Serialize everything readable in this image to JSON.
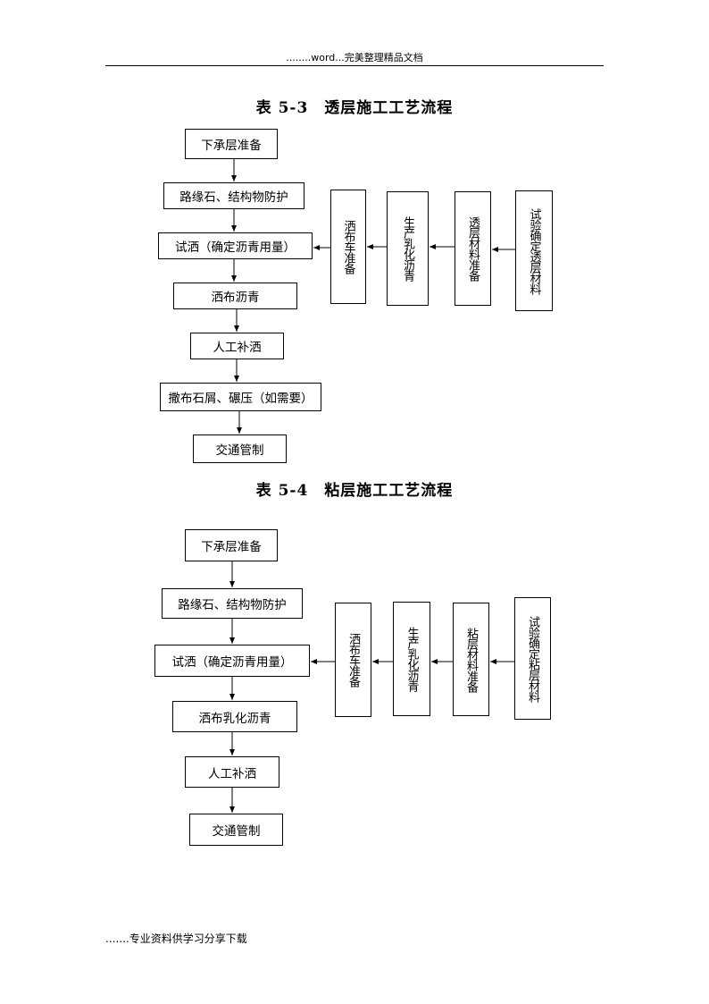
{
  "header": {
    "text": "........word...完美整理精品文档"
  },
  "flow1": {
    "title": "表 5-3　透层施工工艺流程",
    "main_steps": [
      "下承层准备",
      "路缘石、结构物防护",
      "试洒（确定沥青用量）",
      "洒布沥青",
      "人工补洒",
      "撒布石屑、碾压（如需要）",
      "交通管制"
    ],
    "side_steps": [
      "洒布车准备",
      "生产乳化沥青",
      "透层材料准备",
      "试验确定透层材料"
    ]
  },
  "flow2": {
    "title": "表 5-4　粘层施工工艺流程",
    "main_steps": [
      "下承层准备",
      "路缘石、结构物防护",
      "试洒（确定沥青用量）",
      "洒布乳化沥青",
      "人工补洒",
      "交通管制"
    ],
    "side_steps": [
      "洒布车准备",
      "生产乳化沥青",
      "粘层材料准备",
      "试验确定粘层材料"
    ]
  },
  "footer": {
    "text": ".......专业资料供学习分享下载"
  }
}
